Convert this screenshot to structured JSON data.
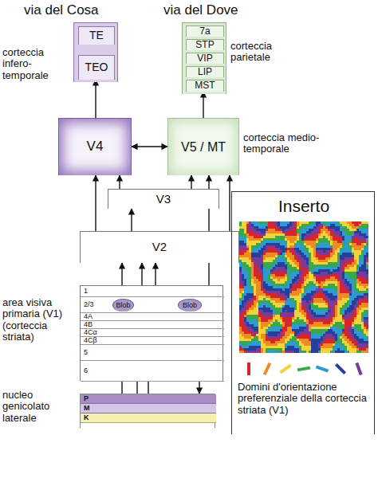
{
  "diagram": {
    "nodes": [
      {
        "text": [
          "corteccia infero-temporale"
        ]
      },
      {
        "text": [
          "TE"
        ],
        "in": 0
      },
      {
        "text": [
          "TEO"
        ],
        "in": 0
      },
      {
        "text": [
          "corteccia parietale"
        ]
      },
      {
        "text": [
          "7a"
        ],
        "in": 3
      },
      {
        "text": [
          "STP"
        ],
        "in": 3
      },
      {
        "text": [
          "VIP"
        ],
        "in": 3
      },
      {
        "text": [
          "LIP"
        ],
        "in": 3
      },
      {
        "text": [
          "MST"
        ],
        "in": 3
      },
      {
        "text": [
          "V4"
        ]
      },
      {
        "text": [
          "V5 / MT",
          "corteccia medio-temporale"
        ]
      },
      {
        "text": [
          "V3"
        ]
      },
      {
        "text": [
          "V2"
        ]
      },
      {
        "text": [
          "area visiva primaria (V1) (corteccia striata)"
        ]
      },
      {
        "text": [
          "1"
        ],
        "in": 13
      },
      {
        "text": [
          "2/3"
        ],
        "in": 13
      },
      {
        "text": [
          "4A"
        ],
        "in": 13
      },
      {
        "text": [
          "4B"
        ],
        "in": 13
      },
      {
        "text": [
          "4Cα"
        ],
        "in": 13
      },
      {
        "text": [
          "4Cβ"
        ],
        "in": 13
      },
      {
        "text": [
          "5"
        ],
        "in": 13
      },
      {
        "text": [
          "6"
        ],
        "in": 13
      },
      {
        "text": [
          "Blob"
        ],
        "in": 15
      },
      {
        "text": [
          "Blob"
        ],
        "in": 15
      },
      {
        "text": [
          "nucleo genicolato laterale"
        ]
      },
      {
        "text": [
          "P"
        ],
        "in": 24
      },
      {
        "text": [
          "M"
        ],
        "in": 24
      },
      {
        "text": [
          "K"
        ],
        "in": 24
      },
      {
        "text": [
          "Inserto",
          "Domini d'orientazione preferenziale della corteccia striata (V1)"
        ]
      }
    ],
    "edges": [
      {
        "from": 2,
        "to": 1,
        "arrow": "to"
      },
      {
        "from": 9,
        "to": 2,
        "arrow": "to"
      },
      {
        "from": 10,
        "to": 8,
        "arrow": "to"
      },
      {
        "from": 9,
        "to": 10,
        "arrow": "both"
      },
      {
        "from": 11,
        "to": 9,
        "arrow": "to"
      },
      {
        "from": 11,
        "to": 10,
        "arrow": "to"
      },
      {
        "from": 12,
        "to": 11,
        "arrow": "to"
      },
      {
        "from": 12,
        "to": 9,
        "arrow": "to"
      },
      {
        "from": 12,
        "to": 10,
        "arrow": "to"
      },
      {
        "from": 22,
        "to": 12,
        "arrow": "to"
      },
      {
        "from": 15,
        "to": 12,
        "arrow": "to"
      },
      {
        "from": 17,
        "to": 12,
        "arrow": "to"
      },
      {
        "from": 17,
        "to": 10,
        "arrow": "to"
      },
      {
        "from": 25,
        "to": 19,
        "arrow": "to"
      },
      {
        "from": 26,
        "to": 18,
        "arrow": "to"
      },
      {
        "from": 27,
        "to": 15,
        "arrow": "to"
      },
      {
        "from": 19,
        "to": 15,
        "arrow": "to"
      },
      {
        "from": 18,
        "to": 15,
        "arrow": "to"
      },
      {
        "from": 15,
        "to": 20,
        "arrow": "to"
      },
      {
        "from": 21,
        "to": 24,
        "arrow": "to"
      }
    ],
    "labels": [
      "via del Cosa",
      "via del Dove"
    ]
  }
}
